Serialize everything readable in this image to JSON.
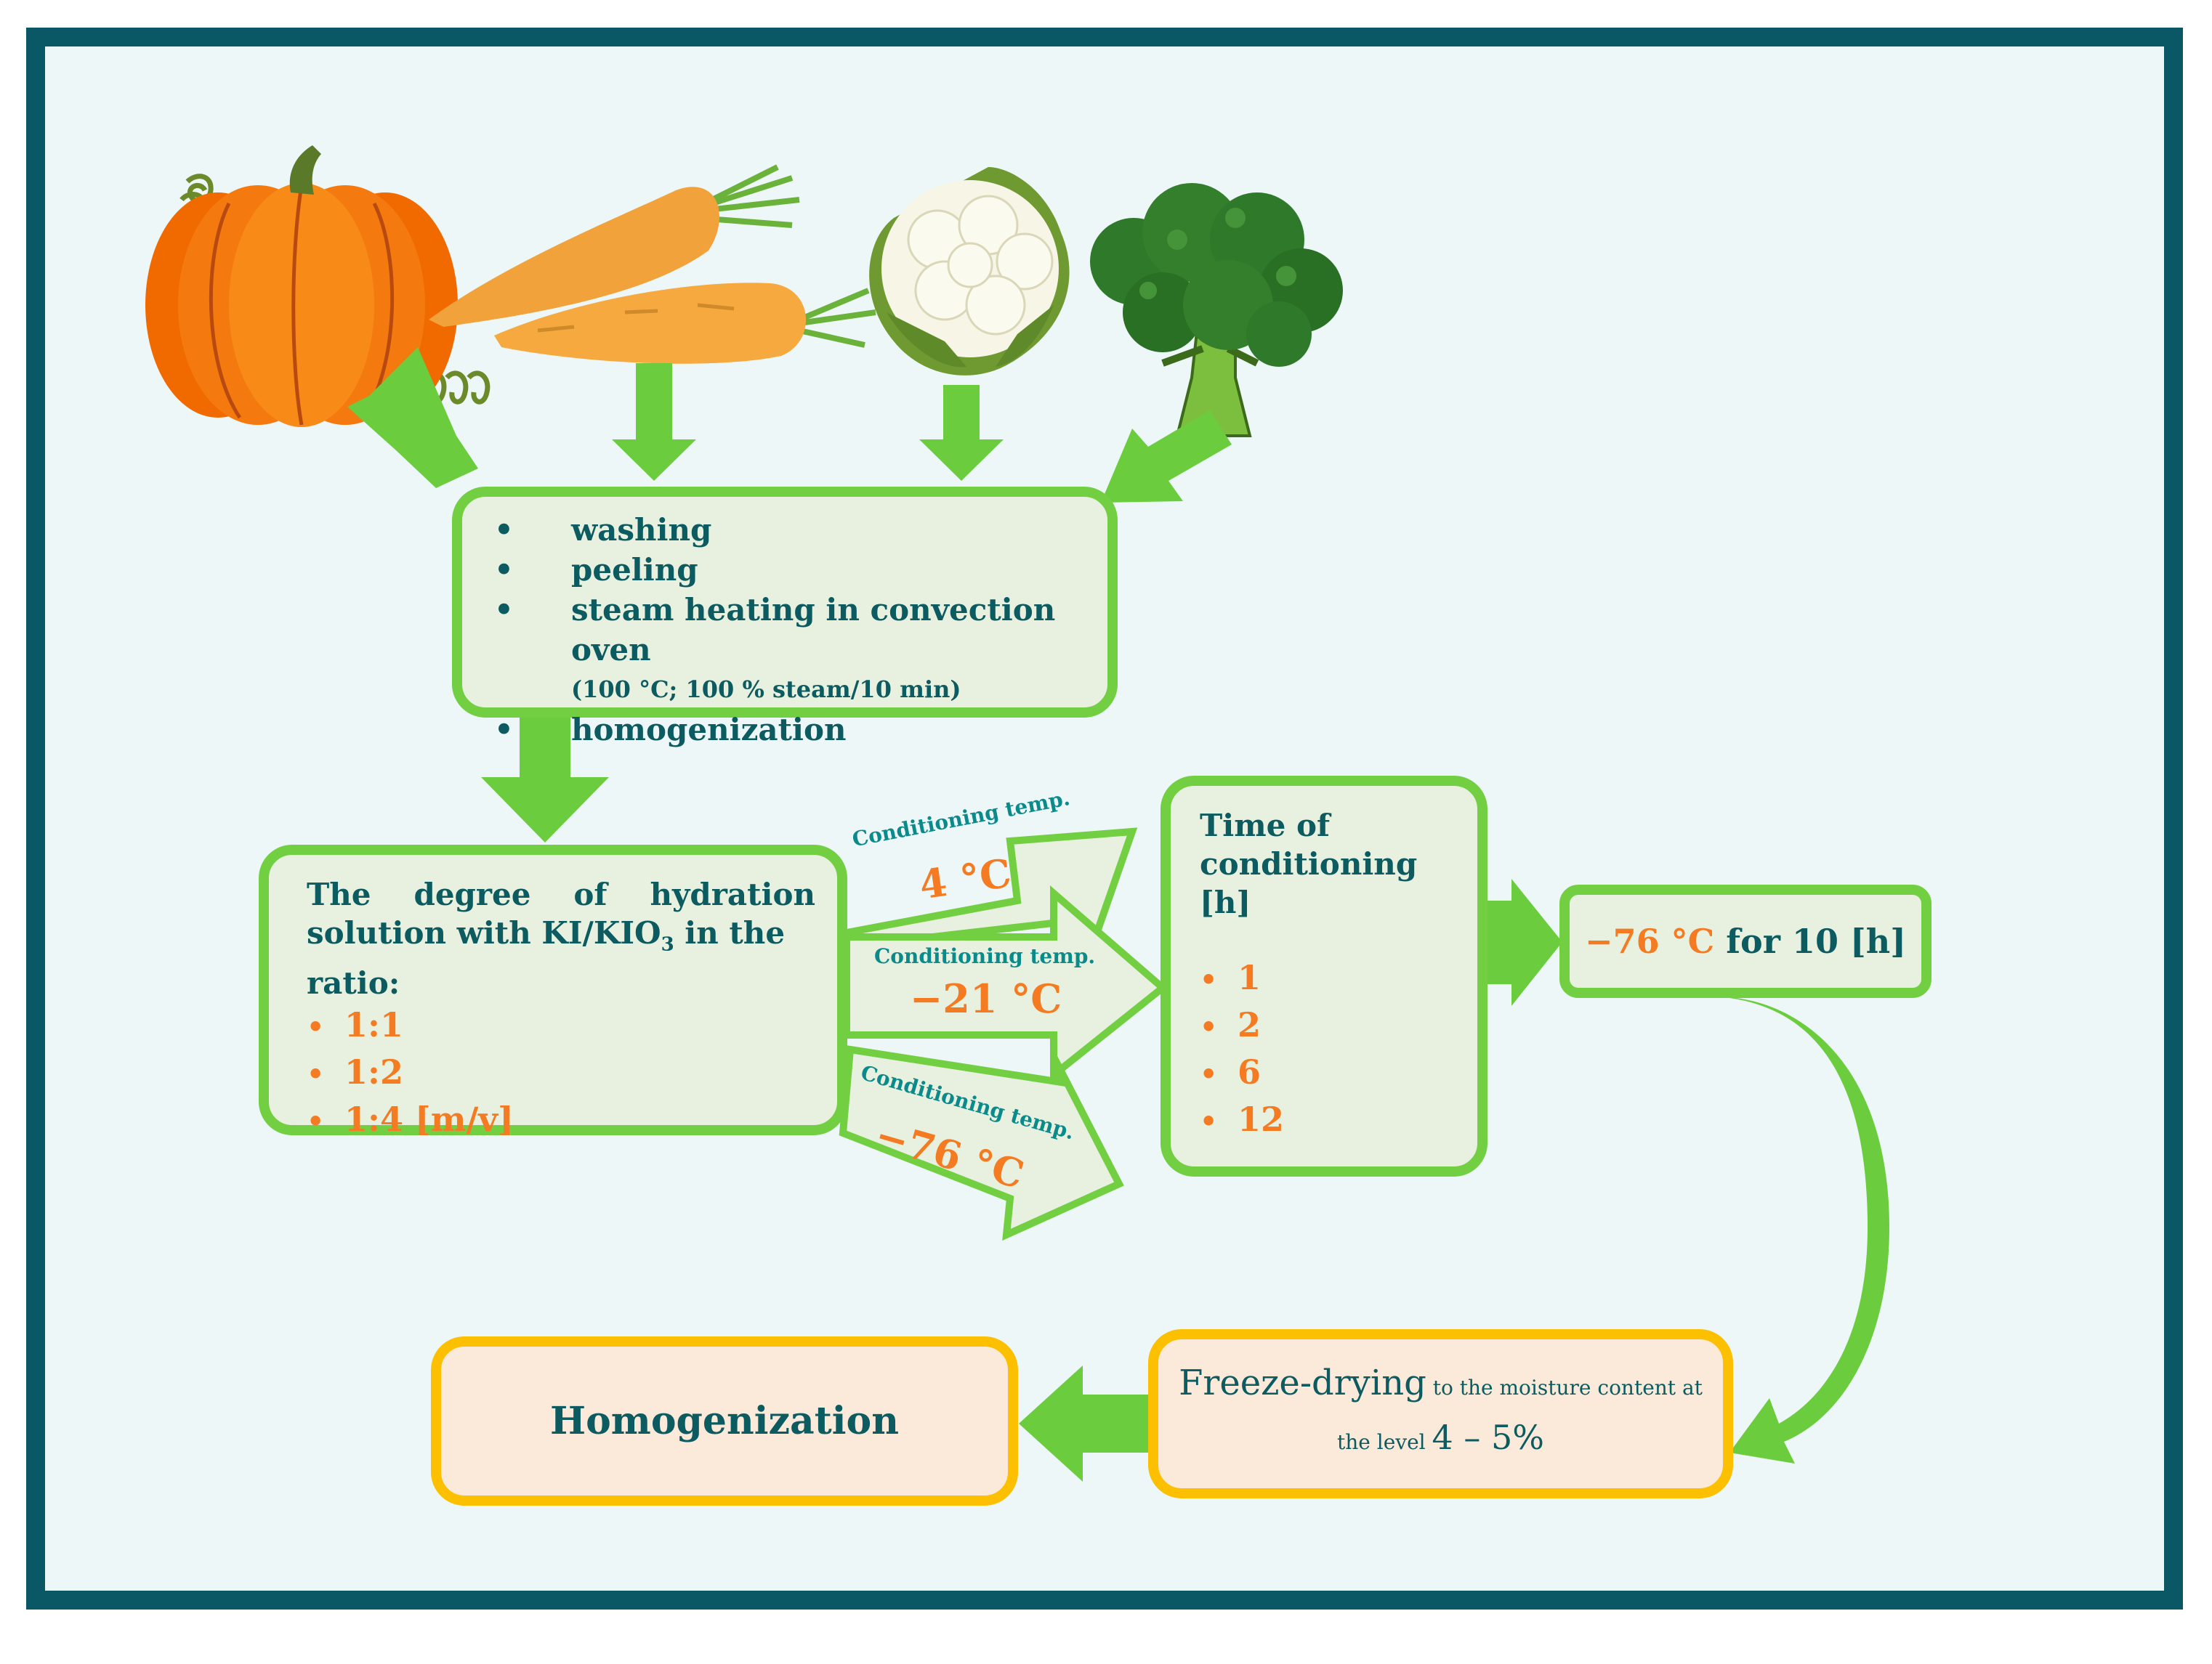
{
  "prep_box": {
    "steps": [
      "washing",
      "peeling",
      "steam heating in convection oven",
      "homogenization"
    ],
    "steam_conditions": "(100 °C; 100 % steam/10 min)"
  },
  "hydration_box": {
    "line1": "The degree of hydration",
    "line2_pre": "solution with KI/KIO",
    "line2_sub": "3",
    "line2_post": " in the",
    "line3": "ratio:",
    "ratios": [
      "1:1",
      "1:2",
      "1:4 [m/v]"
    ]
  },
  "conditioning_arrows": [
    {
      "label": "Conditioning temp.",
      "temp": "4 °C"
    },
    {
      "label": "Conditioning temp.",
      "temp": "−21 °C"
    },
    {
      "label": "Conditioning temp.",
      "temp": "−76 °C"
    }
  ],
  "time_box": {
    "title_line1": "Time of",
    "title_line2": "conditioning [h]",
    "times": [
      "1",
      "2",
      "6",
      "12"
    ]
  },
  "freeze_box": {
    "temp": "−76 °C",
    "rest": " for 10 [h]"
  },
  "drying_box": {
    "main": "Freeze-drying",
    "small1": " to the moisture content at",
    "small2": "the level ",
    "level": "4 – 5%"
  },
  "final_box": {
    "label": "Homogenization"
  },
  "colors": {
    "frame": "#0a5866",
    "green": "#72cf42",
    "orange_border": "#fcc000",
    "text": "#0b5b60",
    "accent": "#f47b21"
  },
  "icons": [
    "pumpkin-icon",
    "carrot-icon",
    "cauliflower-icon",
    "broccoli-icon"
  ]
}
